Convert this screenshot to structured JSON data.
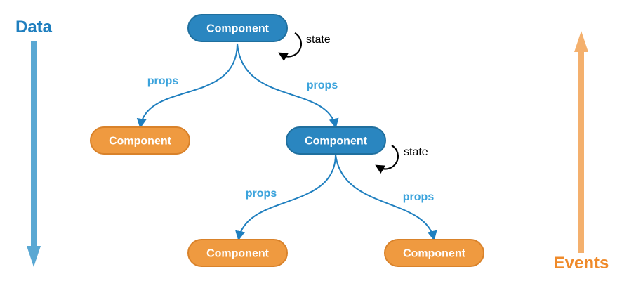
{
  "colors": {
    "stateful_node": "#2a86c0",
    "stateful_node_stroke": "#1f6f9e",
    "stateless_node": "#ef9a40",
    "stateless_node_stroke": "#d9822a",
    "edge": "#1f7fbf",
    "edge_label": "#3ba3dc",
    "data_arrow": "#5aa8d3",
    "data_label": "#1f7fbf",
    "events_arrow": "#f4b06d",
    "events_label": "#ef8a2a"
  },
  "side": {
    "data_label": "Data",
    "events_label": "Events"
  },
  "nodes": [
    {
      "id": "root",
      "label": "Component",
      "kind": "stateful"
    },
    {
      "id": "left",
      "label": "Component",
      "kind": "stateless"
    },
    {
      "id": "middle",
      "label": "Component",
      "kind": "stateful"
    },
    {
      "id": "bottom-left",
      "label": "Component",
      "kind": "stateless"
    },
    {
      "id": "bottom-right",
      "label": "Component",
      "kind": "stateless"
    }
  ],
  "edges": [
    {
      "from": "root",
      "to": "left",
      "label": "props"
    },
    {
      "from": "root",
      "to": "middle",
      "label": "props"
    },
    {
      "from": "middle",
      "to": "bottom-left",
      "label": "props"
    },
    {
      "from": "middle",
      "to": "bottom-right",
      "label": "props"
    }
  ],
  "state_markers": [
    {
      "node": "root",
      "label": "state",
      "icon": "refresh-icon"
    },
    {
      "node": "middle",
      "label": "state",
      "icon": "refresh-icon"
    }
  ]
}
